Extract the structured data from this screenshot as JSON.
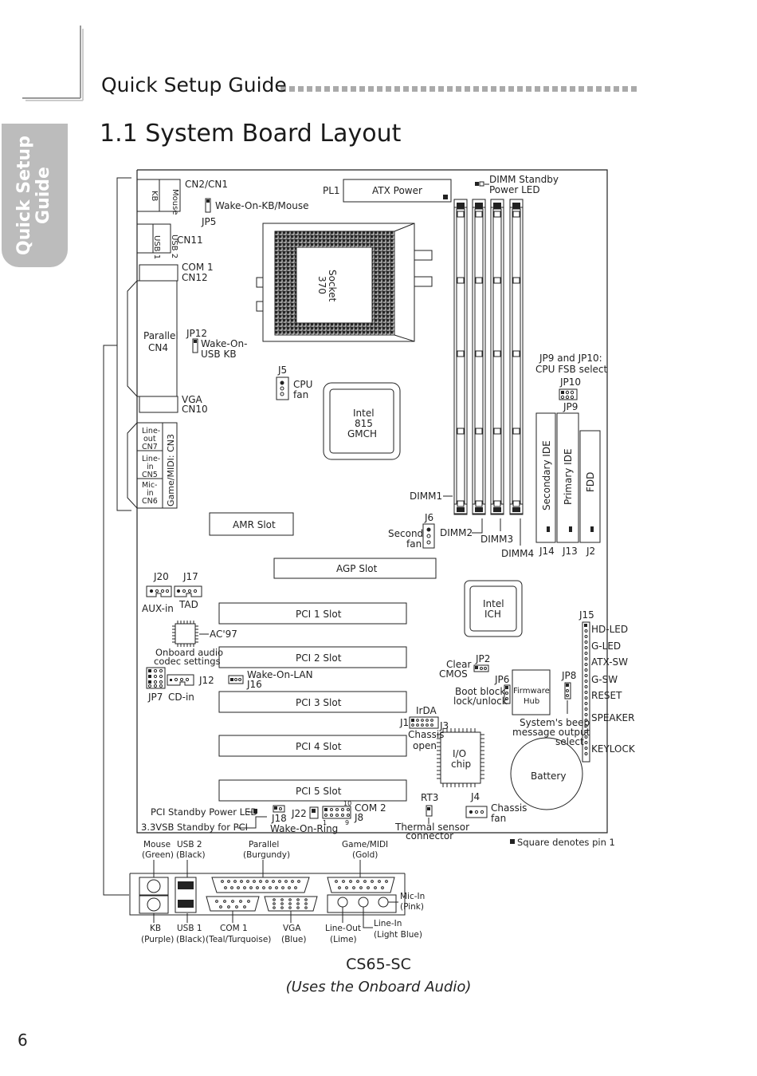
{
  "header": {
    "section": "Quick Setup Guide",
    "title": "1.1   System Board Layout"
  },
  "side_tab": {
    "line1": "Quick Setup",
    "line2": "Guide"
  },
  "page_number": "6",
  "caption": {
    "model": "CS65-SC",
    "note": "(Uses the Onboard Audio)"
  },
  "legend": "Square denotes pin 1",
  "labels": {
    "kb": "KB",
    "mouse": "Mouse",
    "cn2cn1": "CN2/CN1",
    "wake_kb": "Wake-On-KB/Mouse",
    "jp5": "JP5",
    "usb1": "USB 1",
    "usb2": "USB 2",
    "cn11": "CN11",
    "com1": "COM 1",
    "cn12": "CN12",
    "parallel": "Parallel",
    "cn4": "CN4",
    "jp12": "JP12",
    "wake_usb1": "Wake-On-",
    "wake_usb2": "USB KB",
    "vga": "VGA",
    "cn10": "CN10",
    "line_out1": "Line-",
    "line_out2": "out",
    "cn7": "CN7",
    "line_in1": "Line-",
    "line_in2": "in",
    "cn5": "CN5",
    "mic_in1": "Mic-",
    "mic_in2": "in",
    "cn6": "CN6",
    "game_midi_cn3": "Game/MIDI: CN3",
    "pl1": "PL1",
    "atx_power": "ATX Power",
    "dimm_standby1": "DIMM Standby",
    "dimm_standby2": "Power LED",
    "socket1": "Socket",
    "socket2": "370",
    "j5": "J5",
    "cpu_fan1": "CPU",
    "cpu_fan2": "fan",
    "gmch1": "Intel",
    "gmch2": "815",
    "gmch3": "GMCH",
    "jp9jp10_1": "JP9 and JP10:",
    "jp9jp10_2": "CPU FSB select",
    "jp10": "JP10",
    "jp9": "JP9",
    "secondary_ide": "Secondary IDE",
    "primary_ide": "Primary IDE",
    "fdd": "FDD",
    "j14": "J14",
    "j13": "J13",
    "j2": "J2",
    "dimm1": "DIMM1",
    "dimm2": "DIMM2",
    "dimm3": "DIMM3",
    "dimm4": "DIMM4",
    "j6": "J6",
    "second_fan1": "Second",
    "second_fan2": "fan",
    "amr_slot": "AMR Slot",
    "agp_slot": "AGP Slot",
    "j20": "J20",
    "j17": "J17",
    "aux_in": "AUX-in",
    "tad": "TAD",
    "ich1": "Intel",
    "ich2": "ICH",
    "pci1": "PCI 1 Slot",
    "pci2": "PCI 2 Slot",
    "pci3": "PCI 3 Slot",
    "pci4": "PCI 4 Slot",
    "pci5": "PCI 5 Slot",
    "ac97": "AC'97",
    "onboard_audio1": "Onboard audio",
    "onboard_audio2": "codec settings",
    "j12": "J12",
    "jp7": "JP7",
    "cd_in": "CD-in",
    "wake_lan": "Wake-On-LAN",
    "j16": "J16",
    "j15": "J15",
    "hd_led": "HD-LED",
    "g_led": "G-LED",
    "atx_sw": "ATX-SW",
    "g_sw": "G-SW",
    "reset": "RESET",
    "speaker": "SPEAKER",
    "keylock": "KEYLOCK",
    "jp2": "JP2",
    "clear_cmos1": "Clear",
    "clear_cmos2": "CMOS",
    "jp6": "JP6",
    "boot_block1": "Boot block",
    "boot_block2": "lock/unlock",
    "fwh1": "Firmware",
    "fwh2": "Hub",
    "jp8": "JP8",
    "beep1": "System's beep",
    "beep2": "message output",
    "beep3": "select",
    "irda": "IrDA",
    "j1": "J1",
    "j3": "J3",
    "chassis_open1": "Chassis",
    "chassis_open2": "open",
    "io_chip1": "I/O",
    "io_chip2": "chip",
    "battery": "Battery",
    "rt3": "RT3",
    "j4": "J4",
    "chassis_fan1": "Chassis",
    "chassis_fan2": "fan",
    "thermal1": "Thermal sensor",
    "thermal2": "connector",
    "pci_standby": "PCI Standby Power LED",
    "standby_3v3": "3.3VSB Standby for PCI",
    "j18": "J18",
    "j22": "J22",
    "wake_ring": "Wake-On-Ring",
    "com2": "COM 2",
    "j8": "J8",
    "pin1": "1",
    "pin9": "9",
    "pin10": "10",
    "bp_mouse1": "Mouse",
    "bp_mouse2": "(Green)",
    "bp_usb2_1": "USB 2",
    "bp_usb2_2": "(Black)",
    "bp_parallel1": "Parallel",
    "bp_parallel2": "(Burgundy)",
    "bp_game1": "Game/MIDI",
    "bp_game2": "(Gold)",
    "bp_kb1": "KB",
    "bp_kb2": "(Purple)",
    "bp_usb1_1": "USB 1",
    "bp_usb1_2": "(Black)",
    "bp_com1_1": "COM 1",
    "bp_com1_2": "(Teal/Turquoise)",
    "bp_vga1": "VGA",
    "bp_vga2": "(Blue)",
    "bp_lineout1": "Line-Out",
    "bp_lineout2": "(Lime)",
    "bp_linein1": "Line-In",
    "bp_linein2": "(Light Blue)",
    "bp_micin1": "Mic-In",
    "bp_micin2": "(Pink)"
  }
}
